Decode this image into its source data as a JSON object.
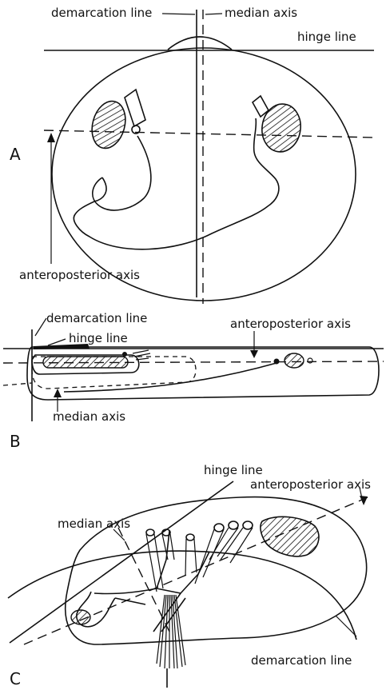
{
  "panels": {
    "a": {
      "letter": "A",
      "labels": {
        "demarcation_line": "demarcation line",
        "median_axis": "median axis",
        "hinge_line": "hinge line",
        "anteroposterior_axis": "anteroposterior axis"
      }
    },
    "b": {
      "letter": "B",
      "labels": {
        "demarcation_line": "demarcation line",
        "hinge_line": "hinge line",
        "anteroposterior_axis": "anteroposterior axis",
        "median_axis": "median axis"
      }
    },
    "c": {
      "letter": "C",
      "labels": {
        "hinge_line": "hinge line",
        "anteroposterior_axis": "anteroposterior axis",
        "median_axis": "median axis",
        "demarcation_line": "demarcation line"
      }
    }
  }
}
